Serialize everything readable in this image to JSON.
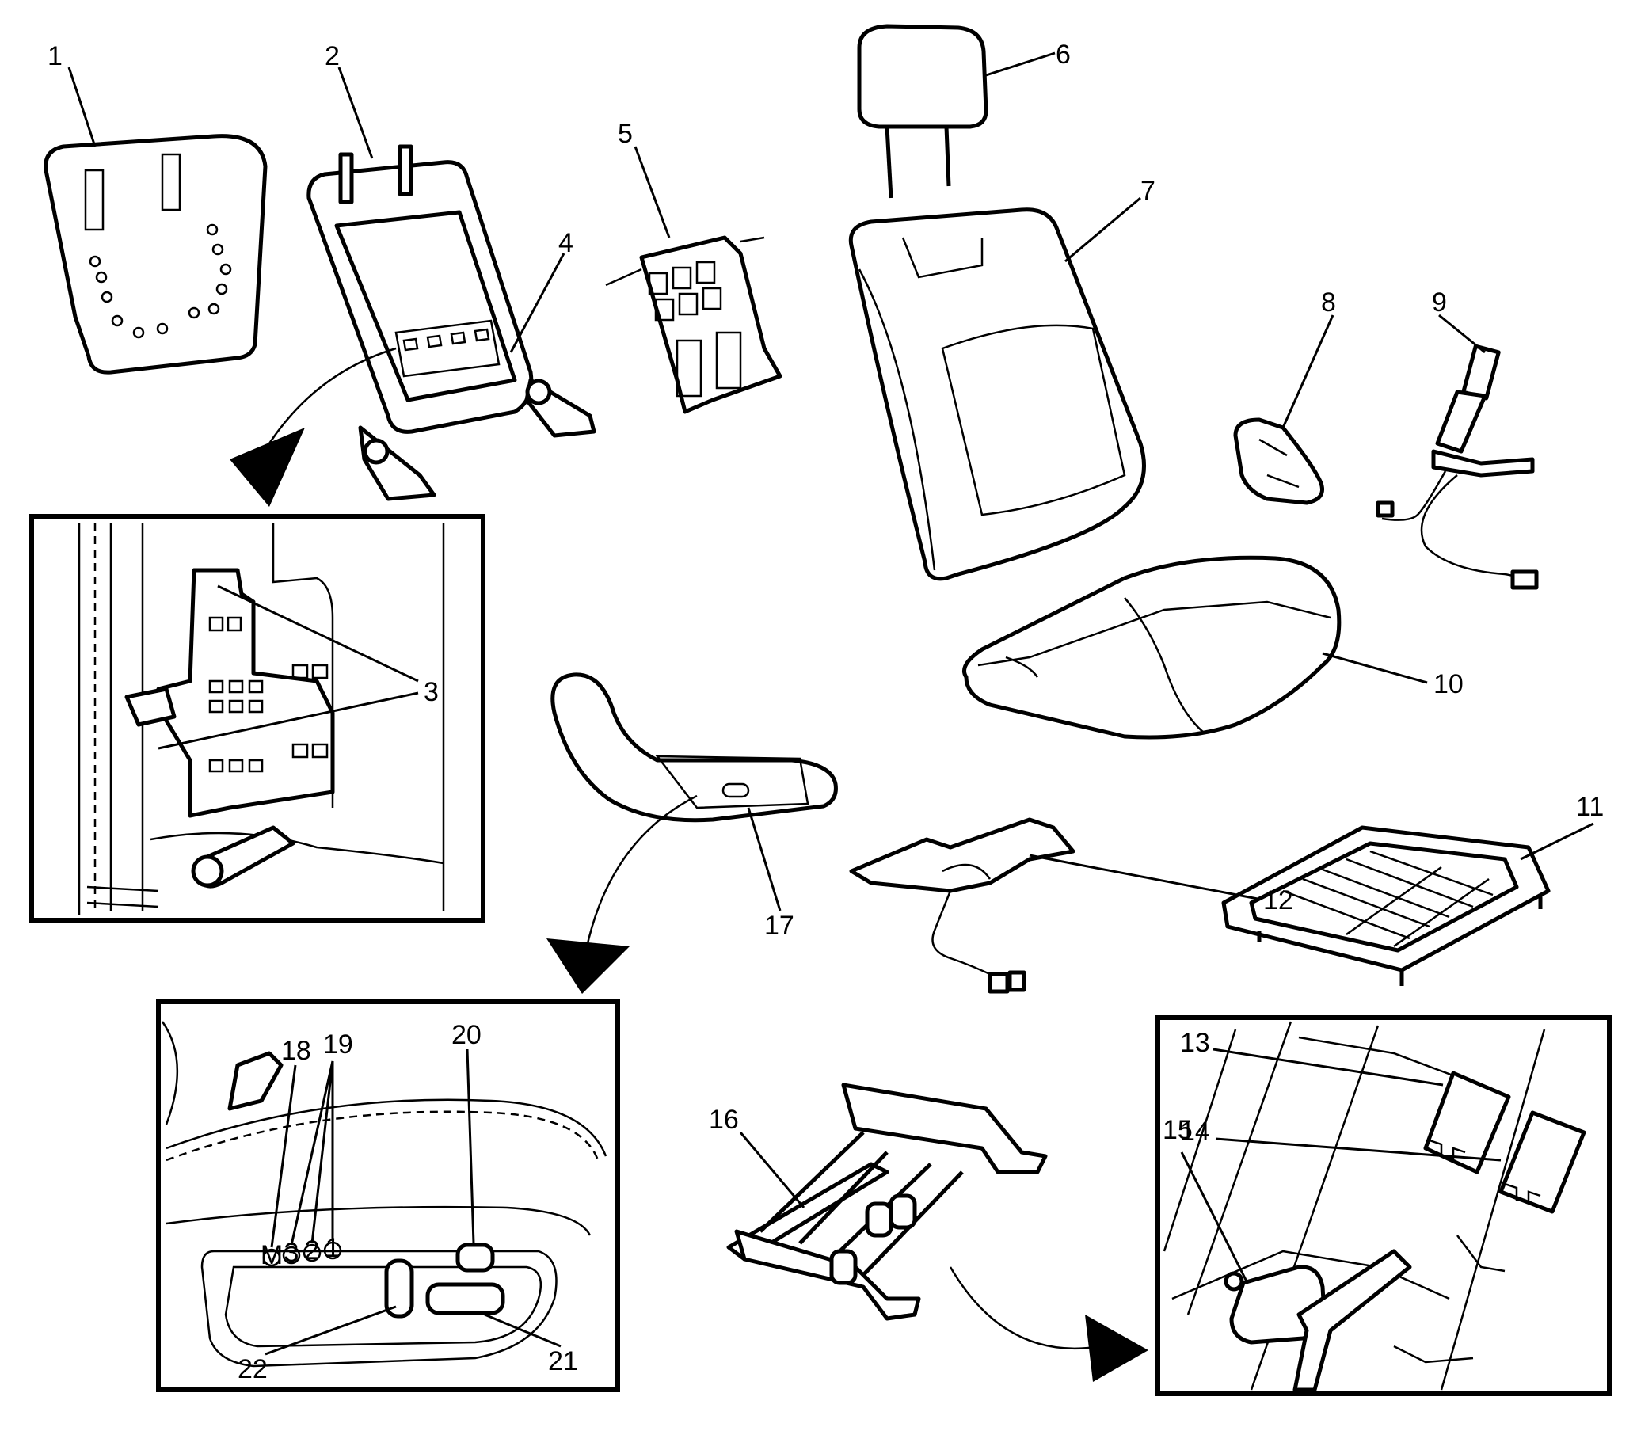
{
  "labels": [
    "1",
    "2",
    "3",
    "4",
    "5",
    "6",
    "7",
    "8",
    "9",
    "10",
    "11",
    "12",
    "13",
    "14",
    "15",
    "16",
    "17",
    "18",
    "19",
    "20",
    "21",
    "22"
  ],
  "switch_markings": {
    "memory": "M",
    "preset_1": "1",
    "preset_2": "2",
    "preset_3": "3"
  },
  "colors": {
    "line": "#000000",
    "background": "#ffffff"
  }
}
